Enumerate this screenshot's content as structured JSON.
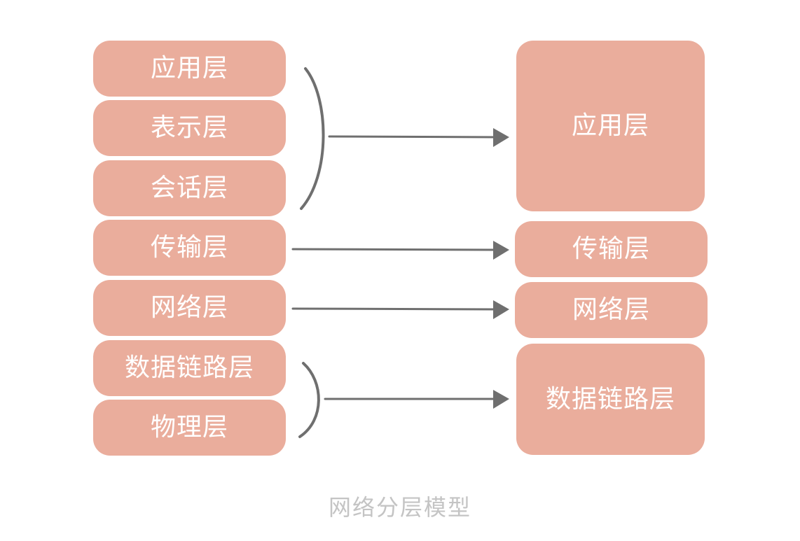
{
  "left_layers": [
    "应用层",
    "表示层",
    "会话层",
    "传输层",
    "网络层",
    "数据链路层",
    "物理层"
  ],
  "right_layers": [
    "应用层",
    "传输层",
    "网络层",
    "数据链路层"
  ],
  "caption": "网络分层模型",
  "colors": {
    "box_fill": "#eaad9c",
    "box_text": "#ffffff",
    "connector": "#6f6f6f",
    "caption": "#c4c4c4"
  }
}
